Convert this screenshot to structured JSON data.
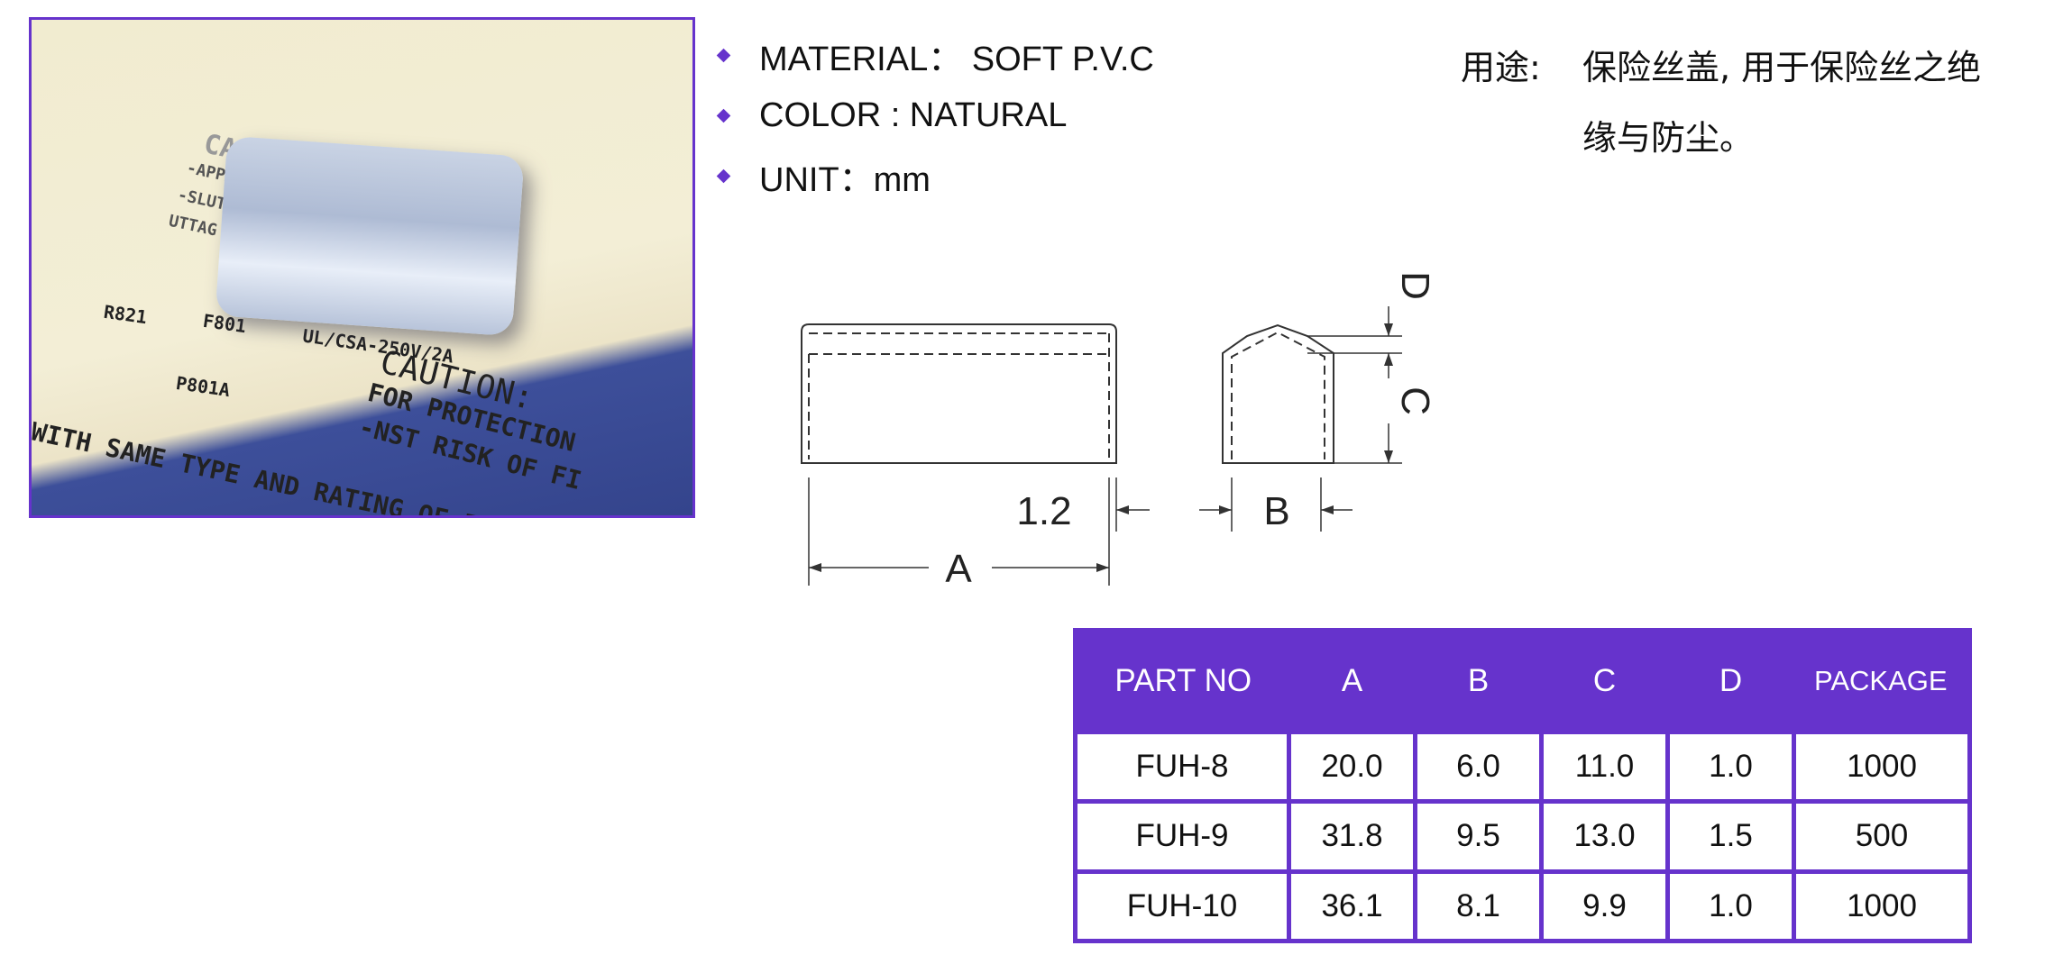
{
  "photo": {
    "pcb_text": [
      "CAUTION:",
      "-APPARATEN SKALL AN",
      "-SLUTAS TILL JORDAT",
      "UTTAG NÄR DEN ANSLUT",
      "R821",
      "F801",
      "UL/CSA-250V/2A",
      "P801A",
      "CAUTION:",
      "FOR PROTECTION",
      "-NST RISK OF FI",
      "WITH SAME TYPE AND RATING OF FU"
    ]
  },
  "specs": [
    {
      "text": "MATERIAL： SOFT P.V.C"
    },
    {
      "text": "COLOR : NATURAL"
    },
    {
      "text": "UNIT：mm"
    }
  ],
  "usage": {
    "label": "用途:",
    "line1": "保险丝盖, 用于保险丝之绝",
    "line2": "缘与防尘。"
  },
  "diagram": {
    "A": "A",
    "B": "B",
    "C": "C",
    "D": "D",
    "wall": "1.2"
  },
  "table": {
    "headers": [
      "PART NO",
      "A",
      "B",
      "C",
      "D",
      "PACKAGE"
    ],
    "rows": [
      [
        "FUH-8",
        "20.0",
        "6.0",
        "11.0",
        "1.0",
        "1000"
      ],
      [
        "FUH-9",
        "31.8",
        "9.5",
        "13.0",
        "1.5",
        "500"
      ],
      [
        "FUH-10",
        "36.1",
        "8.1",
        "9.9",
        "1.0",
        "1000"
      ]
    ]
  },
  "colors": {
    "accent": "#6633cc"
  }
}
